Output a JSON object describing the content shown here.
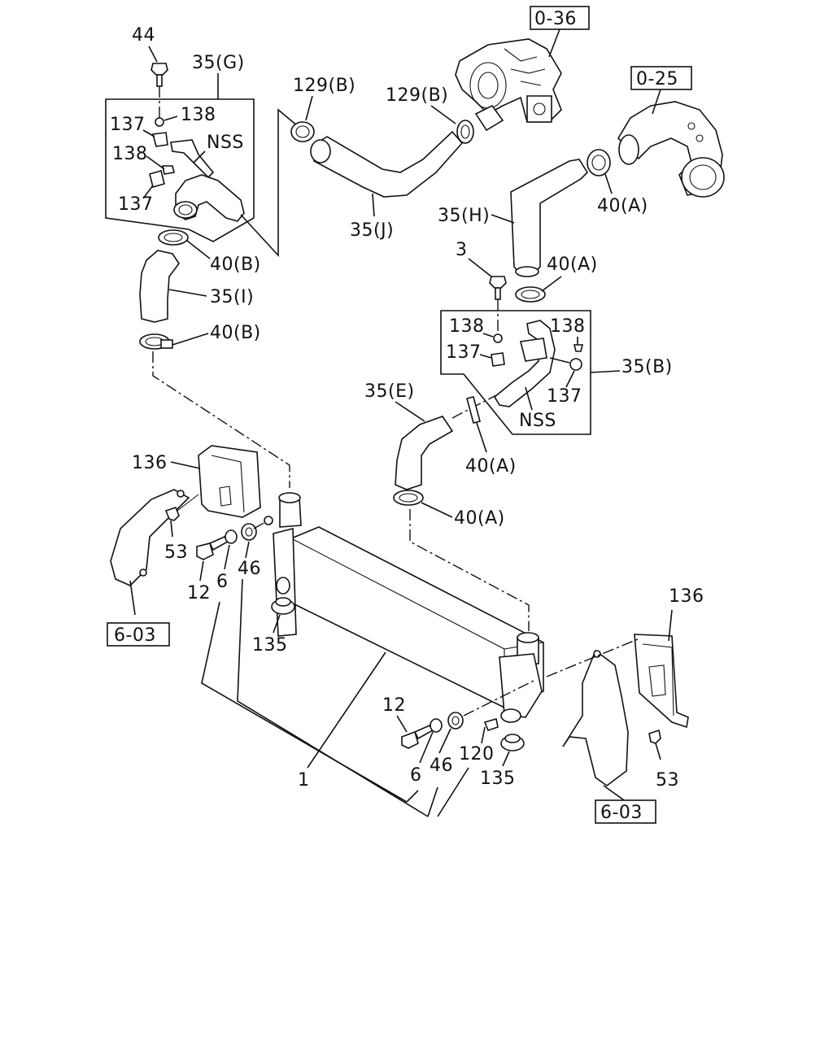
{
  "references": {
    "turbo": "0-36",
    "exhaust": "0-25",
    "bracket_left": "6-03",
    "bracket_right": "6-03"
  },
  "labels": {
    "bolt_44": "44",
    "hose_35g": "35(G)",
    "gasket_138_a": "138",
    "nut_137_a": "137",
    "nss_a": "NSS",
    "gasket_138_b": "138",
    "nut_137_b": "137",
    "clamp_40b_a": "40(B)",
    "hose_35i": "35(I)",
    "clamp_40b_b": "40(B)",
    "clamp_129b_a": "129(B)",
    "clamp_129b_b": "129(B)",
    "hose_35j": "35(J)",
    "hose_35h": "35(H)",
    "clamp_40a_a": "40(A)",
    "bolt_3": "3",
    "clamp_40a_b": "40(A)",
    "gasket_138_c": "138",
    "gasket_138_d": "138",
    "nut_137_c": "137",
    "hose_35b": "35(B)",
    "nut_137_d": "137",
    "hose_35e": "35(E)",
    "nss_b": "NSS",
    "clamp_40a_c": "40(A)",
    "clamp_40a_d": "40(A)",
    "bracket_136_a": "136",
    "clip_53_a": "53",
    "bolt_12_a": "12",
    "washer_6_a": "6",
    "bushing_46_a": "46",
    "mount_135_a": "135",
    "intercooler_1": "1",
    "bracket_136_b": "136",
    "bolt_12_b": "12",
    "washer_6_b": "6",
    "bushing_46_b": "46",
    "plug_120": "120",
    "mount_135_b": "135",
    "clip_53_b": "53"
  }
}
